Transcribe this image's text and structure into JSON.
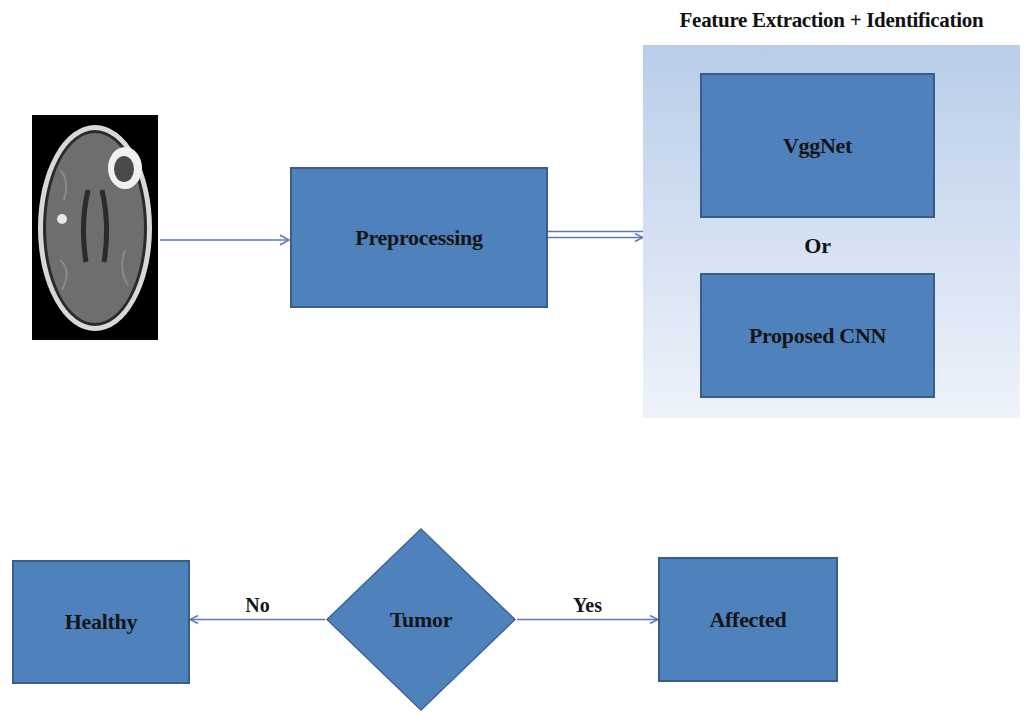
{
  "diagram": {
    "nodes": [
      {
        "text": [
          "Preprocessing"
        ]
      },
      {
        "text": [
          "Feature Extraction + Identification",
          "Or"
        ]
      },
      {
        "text": [
          "VggNet"
        ],
        "in": 1
      },
      {
        "text": [
          "Proposed CNN"
        ],
        "in": 1
      },
      {
        "text": [
          "Tumor"
        ]
      },
      {
        "text": [
          "Healthy"
        ]
      },
      {
        "text": [
          "Affected"
        ]
      }
    ],
    "edges": [
      {
        "from": 0,
        "to": 1,
        "arrow": "to"
      },
      {
        "from": 1,
        "to": 4,
        "arrow": "to"
      },
      {
        "from": 4,
        "to": 5,
        "label": "No",
        "arrow": "to"
      },
      {
        "from": 4,
        "to": 6,
        "label": "Yes",
        "arrow": "to"
      }
    ]
  }
}
